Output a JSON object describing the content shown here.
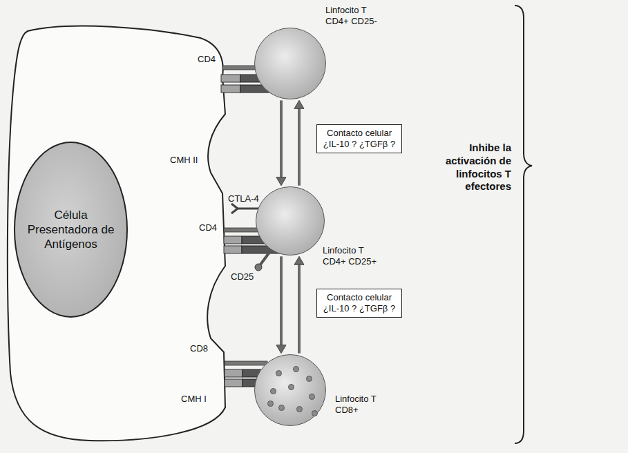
{
  "diagram": {
    "nodes": [
      {
        "text": [
          "Célula Presentadora de Antígenos"
        ]
      },
      {
        "text": [
          "Linfocito T CD4+ CD25-"
        ]
      },
      {
        "text": [
          "Contacto celular ¿IL-10 ? ¿TGFβ ?"
        ]
      },
      {
        "text": [
          "Linfocito T CD4+ CD25+"
        ]
      },
      {
        "text": [
          "Contacto celular ¿IL-10 ? ¿TGFβ ?"
        ]
      },
      {
        "text": [
          "Linfocito T CD8+"
        ]
      }
    ],
    "edges": [
      {
        "from": 1,
        "to": 3,
        "arrow": "to"
      },
      {
        "from": 3,
        "to": 1,
        "arrow": "to"
      },
      {
        "from": 3,
        "to": 5,
        "arrow": "to"
      },
      {
        "from": 5,
        "to": 3,
        "arrow": "to"
      }
    ],
    "labels": [
      "CD4",
      "CMH II",
      "CTLA-4",
      "CD4",
      "CD25",
      "CD8",
      "CMH I",
      "Inhibe la activación de linfocitos T efectores"
    ]
  }
}
